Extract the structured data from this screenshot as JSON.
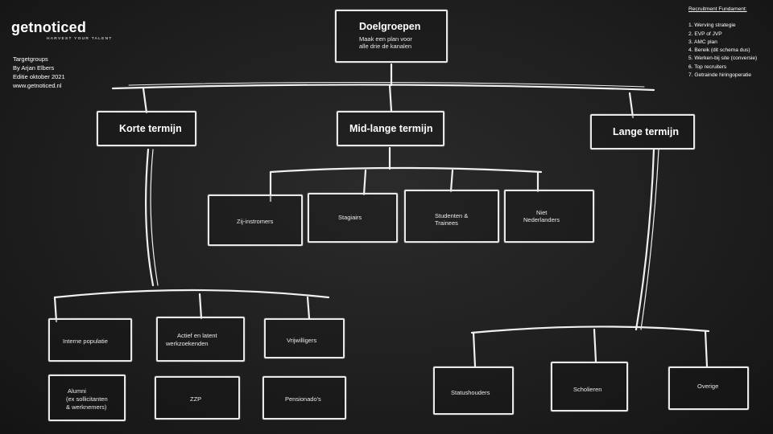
{
  "logo": {
    "word_left": "get",
    "word_right": "noticed",
    "tagline": "HARVEST YOUR TALENT"
  },
  "meta": {
    "line1": "Targetgroups",
    "line2": "By  Arjan  Elbers",
    "line3": "Editie  oktober  2021",
    "line4": "www.getnoticed.nl"
  },
  "fundament": {
    "title": "Recruitment   Fundament:",
    "items": [
      "1.  Werving  strategie",
      "2.  EVP of JVP",
      "3.  AMC  plan",
      "4.  Bereik  (dit schema  dus)",
      "5.  Werken-bij  site  (conversie)",
      "6.  Top  recruiters",
      "7.  Getrainde  hiringoperatie"
    ]
  },
  "root": {
    "title": "Doelgroepen",
    "subtitle1": "Maak  een  plan  voor",
    "subtitle2": "alle drie  de kanalen"
  },
  "terms": {
    "short": "Korte termijn",
    "mid": "Mid-lange termijn",
    "long": "Lange termijn"
  },
  "mid_groups": {
    "a": "Zij-instromers",
    "b": "Stagiairs",
    "c1": "Studenten   &",
    "c2": "Trainees",
    "d1": "Niet",
    "d2": "Nederlanders"
  },
  "short_groups": {
    "a": "Interne  populatie",
    "b1": "Actief  en  latent",
    "b2": "werkzoekenden",
    "c": "Vrijwilligers",
    "d1": "Alumni",
    "d2": "(ex sollicitanten",
    "d3": " &  werknemers)",
    "e": "ZZP",
    "f": "Pensionado's"
  },
  "long_groups": {
    "a": "Statushouders",
    "b": "Scholieren",
    "c": "Overige"
  }
}
